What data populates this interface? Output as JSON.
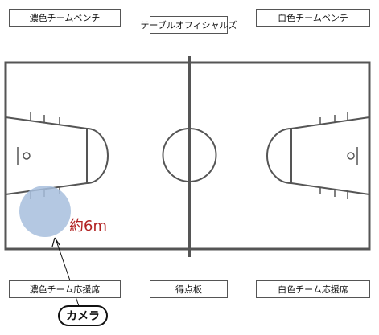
{
  "labels": {
    "dark_team_bench": "濃色チームベンチ",
    "table_officials": "テーブルオフィシャルズ",
    "white_team_bench": "白色チームベンチ",
    "dark_team_cheering": "濃色チーム応援席",
    "scoreboard": "得点板",
    "white_team_cheering": "白色チーム応援席"
  },
  "annotation": {
    "distance": "約6m",
    "camera": "カメラ"
  },
  "colors": {
    "court_lines": "#555555",
    "camera_zone": "#a7bedd",
    "distance_text": "#b22222"
  }
}
